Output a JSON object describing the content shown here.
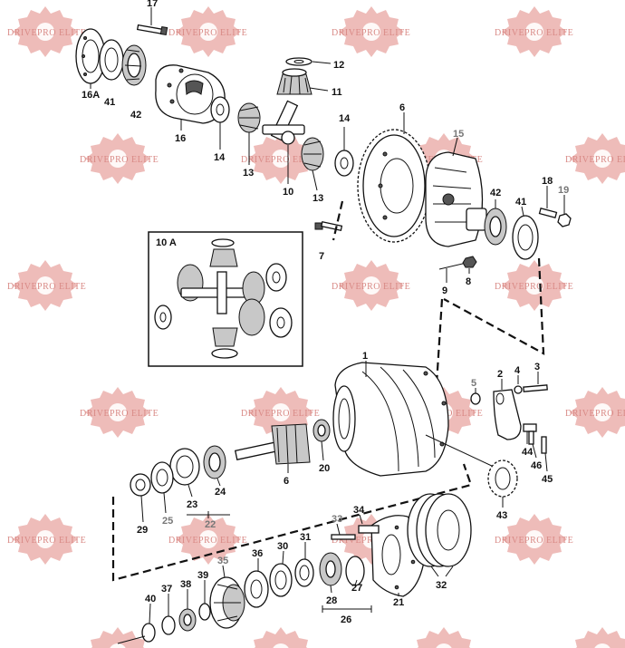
{
  "watermark": {
    "text": "DRIVEPRO ELITE",
    "color": "#e08080"
  },
  "inset": {
    "label": "10 A"
  },
  "callouts": [
    {
      "id": "c17",
      "text": "17"
    },
    {
      "id": "c16a",
      "text": "16A"
    },
    {
      "id": "c41a",
      "text": "41"
    },
    {
      "id": "c42a",
      "text": "42"
    },
    {
      "id": "c16",
      "text": "16"
    },
    {
      "id": "c14a",
      "text": "14"
    },
    {
      "id": "c13a",
      "text": "13"
    },
    {
      "id": "c10",
      "text": "10"
    },
    {
      "id": "c12",
      "text": "12"
    },
    {
      "id": "c11",
      "text": "11"
    },
    {
      "id": "c14b",
      "text": "14"
    },
    {
      "id": "c13b",
      "text": "13"
    },
    {
      "id": "c6a",
      "text": "6"
    },
    {
      "id": "c15",
      "text": "15"
    },
    {
      "id": "c42b",
      "text": "42"
    },
    {
      "id": "c41b",
      "text": "41"
    },
    {
      "id": "c18",
      "text": "18"
    },
    {
      "id": "c19",
      "text": "19"
    },
    {
      "id": "c7",
      "text": "7"
    },
    {
      "id": "c9",
      "text": "9"
    },
    {
      "id": "c8",
      "text": "8"
    },
    {
      "id": "c1",
      "text": "1"
    },
    {
      "id": "c5",
      "text": "5"
    },
    {
      "id": "c2",
      "text": "2"
    },
    {
      "id": "c4",
      "text": "4"
    },
    {
      "id": "c3",
      "text": "3"
    },
    {
      "id": "c44",
      "text": "44"
    },
    {
      "id": "c46",
      "text": "46"
    },
    {
      "id": "c45",
      "text": "45"
    },
    {
      "id": "c43",
      "text": "43"
    },
    {
      "id": "c20",
      "text": "20"
    },
    {
      "id": "c6b",
      "text": "6"
    },
    {
      "id": "c24",
      "text": "24"
    },
    {
      "id": "c23",
      "text": "23"
    },
    {
      "id": "c25",
      "text": "25"
    },
    {
      "id": "c29",
      "text": "29"
    },
    {
      "id": "c22",
      "text": "22"
    },
    {
      "id": "c34",
      "text": "34"
    },
    {
      "id": "c33",
      "text": "33"
    },
    {
      "id": "c36",
      "text": "36"
    },
    {
      "id": "c30",
      "text": "30"
    },
    {
      "id": "c31",
      "text": "31"
    },
    {
      "id": "c35",
      "text": "35"
    },
    {
      "id": "c39",
      "text": "39"
    },
    {
      "id": "c37",
      "text": "37"
    },
    {
      "id": "c38",
      "text": "38"
    },
    {
      "id": "c40",
      "text": "40"
    },
    {
      "id": "c28",
      "text": "28"
    },
    {
      "id": "c27",
      "text": "27"
    },
    {
      "id": "c26",
      "text": "26"
    },
    {
      "id": "c21",
      "text": "21"
    },
    {
      "id": "c32",
      "text": "32"
    }
  ]
}
